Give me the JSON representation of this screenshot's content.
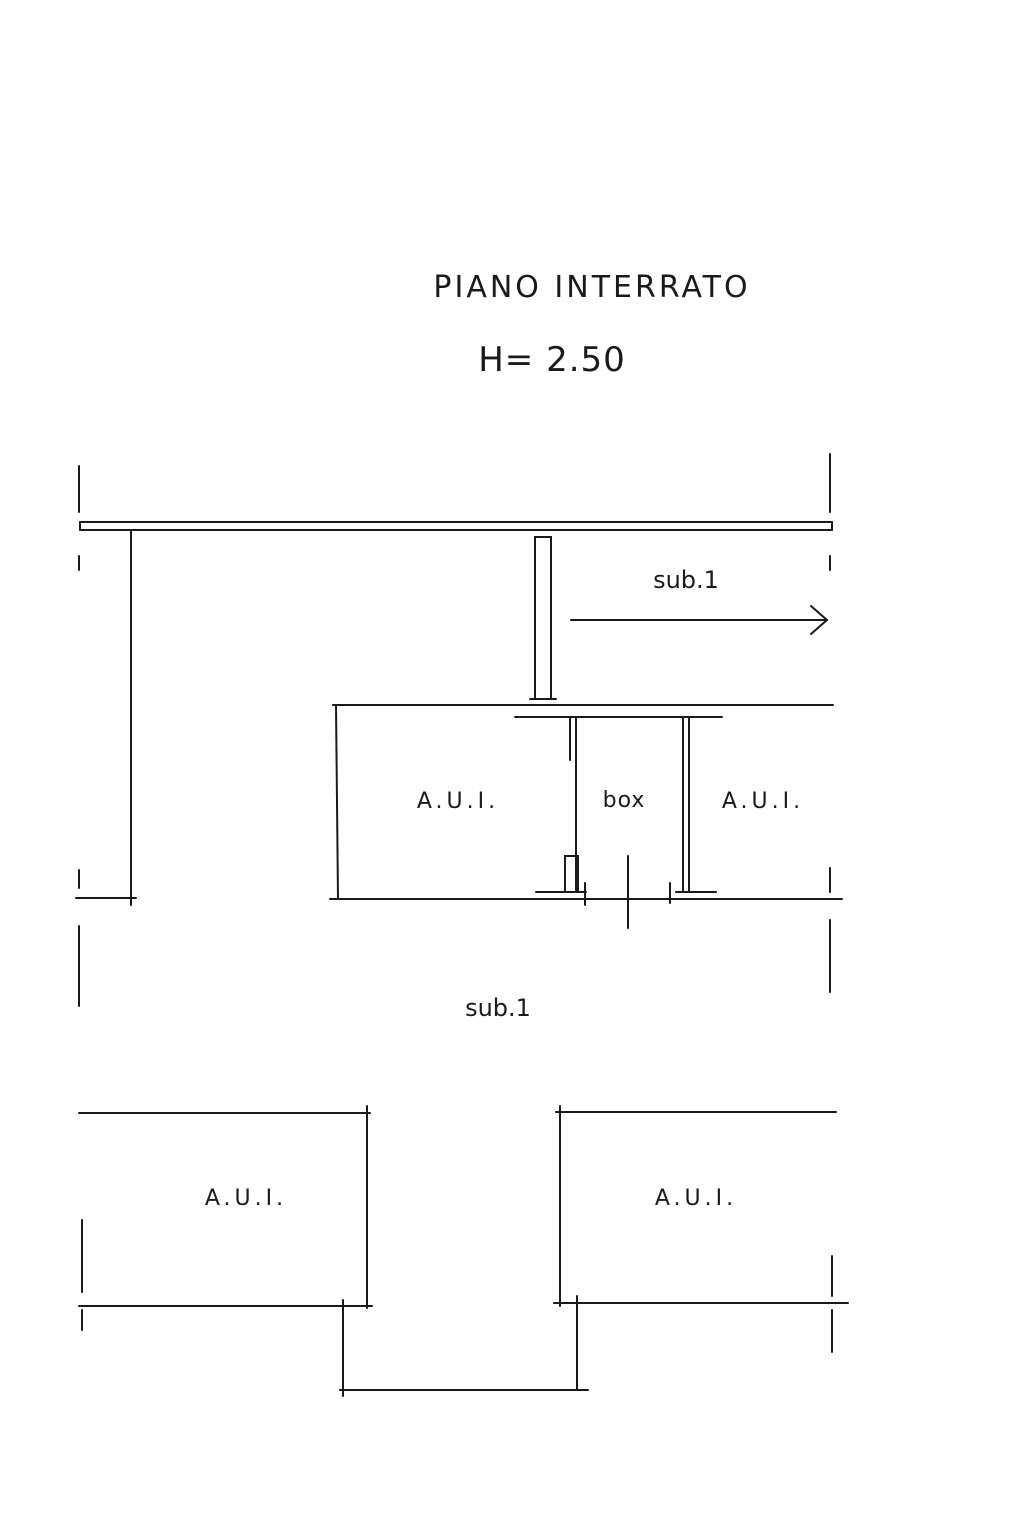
{
  "title": "PIANO INTERRATO",
  "height_note": "H= 2.50",
  "labels": {
    "sub_arrow": "sub.1",
    "sub_center": "sub.1",
    "aui_upper_left": "A.U.I.",
    "box": "box",
    "aui_upper_right": "A.U.I.",
    "aui_lower_left": "A.U.I.",
    "aui_lower_right": "A.U.I."
  },
  "colors": {
    "ink": "#1a1a1a",
    "paper": "#ffffff"
  }
}
